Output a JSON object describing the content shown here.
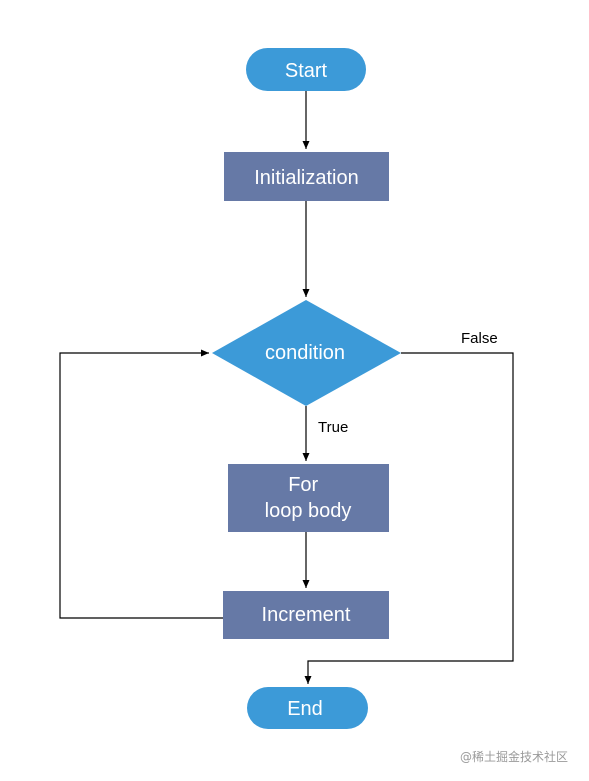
{
  "nodes": {
    "start": {
      "label": "Start"
    },
    "initialization": {
      "label": "Initialization"
    },
    "condition": {
      "label": "condition"
    },
    "loop_body": {
      "line1": "For",
      "line2": "loop body"
    },
    "increment": {
      "label": "Increment"
    },
    "end": {
      "label": "End"
    }
  },
  "edges": {
    "true_label": "True",
    "false_label": "False"
  },
  "watermark": "@稀土掘金技术社区",
  "colors": {
    "terminal": "#3c9ad8",
    "process": "#6679a6",
    "decision": "#3c9ad8",
    "connector": "#000000",
    "text": "#ffffff"
  }
}
